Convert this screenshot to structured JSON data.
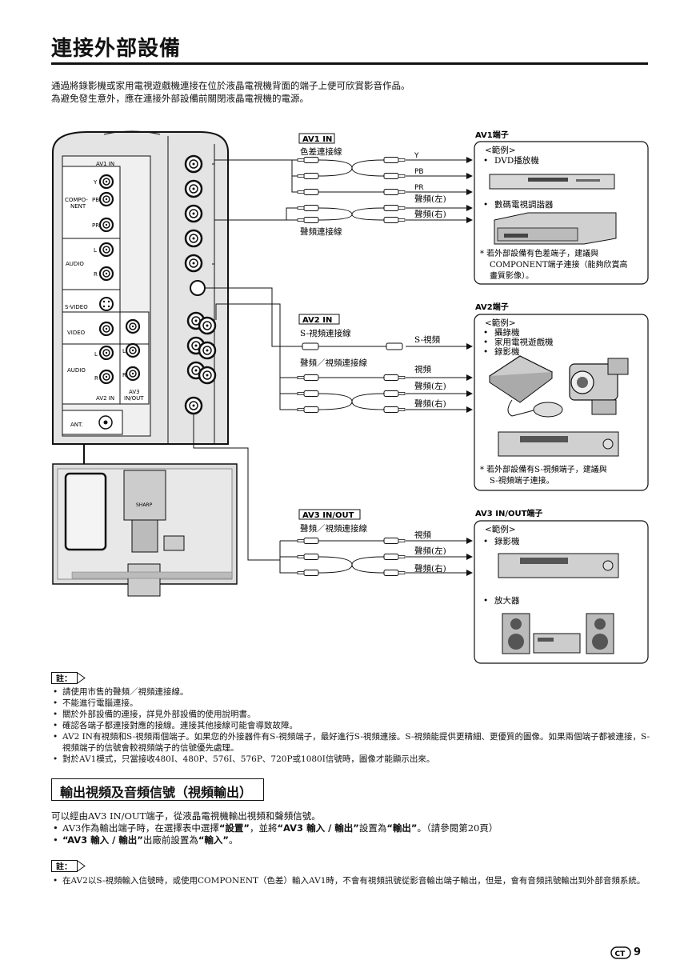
{
  "page_title": "連接外部設備",
  "intro": [
    "通過將錄影機或家用電視遊戲機連接在位於液晶電視機背面的端子上便可欣賞影音作品。",
    "為避免發生意外，應在連接外部設備前關閉液晶電視機的電源。"
  ],
  "tv_panel": {
    "av1_in": "AV1 IN",
    "component": "COMPO-\nNENT",
    "component_l1": "COMPO-",
    "component_l2": "NENT",
    "y": "Y",
    "pb": "PB",
    "pr": "PR",
    "audio": "AUDIO",
    "l": "L",
    "r": "R",
    "s_video": "S-VIDEO",
    "video": "VIDEO",
    "av2_in": "AV2 IN",
    "av3_l1": "AV3",
    "av3_l2": "IN/OUT",
    "ant": "ANT.",
    "brand": "SHARP"
  },
  "av1": {
    "header": "AV1 IN",
    "cable1": "色差連接線",
    "cable2": "聲頻連接線",
    "sig_y": "Y",
    "sig_pb": "PB",
    "sig_pr": "PR",
    "sig_l": "聲頻(左)",
    "sig_r": "聲頻(右)",
    "box_title": "AV1端子",
    "example": "<範例>",
    "dev1": "DVD播放機",
    "dev2": "數碼電視調諧器",
    "note_l1": "*  若外部設備有色差端子，建議與",
    "note_l2": "COMPONENT端子連接（能夠欣賞高",
    "note_l3": "畫質影像）。"
  },
  "av2": {
    "header": "AV2 IN",
    "cable1": "S-視頻連接線",
    "sig_s": "S-視頻",
    "cable2": "聲頻／視頻連接線",
    "sig_v": "視頻",
    "sig_l": "聲頻(左)",
    "sig_r": "聲頻(右)",
    "box_title": "AV2端子",
    "example": "<範例>",
    "dev1": "攝錄機",
    "dev2": "家用電視遊戲機",
    "dev3": "錄影機",
    "note_l1": "*  若外部設備有S-視頻端子，建議與",
    "note_l2": "S-視頻端子連接。"
  },
  "av3": {
    "header": "AV3 IN/OUT",
    "cable": "聲頻／視頻連接線",
    "sig_v": "視頻",
    "sig_l": "聲頻(左)",
    "sig_r": "聲頻(右)",
    "box_title": "AV3 IN/OUT端子",
    "example": "<範例>",
    "dev1": "錄影機",
    "dev2": "放大器"
  },
  "note_label": "註：",
  "notes1": [
    "請使用市售的聲頻／視頻連接線。",
    "不能進行電腦連接。",
    "關於外部設備的連接，詳見外部設備的使用說明書。",
    "確認各端子都連接對應的接線。連接其他接線可能會導致故障。",
    "AV2 IN有視頻和S-視頻兩個端子。如果您的外接器件有S-視頻端子，最好進行S-視頻連接。S-視頻能提供更精細、更優質的圖像。如果兩個端子都被連接，S-視頻端子的信號會較視頻端子的信號優先處理。",
    "對於AV1模式，只當接收480I、480P、576I、576P、720P或1080I信號時，圖像才能顯示出來。"
  ],
  "section2": {
    "title": "輸出視頻及音頻信號（視頻輸出）",
    "line1": "可以經由AV3 IN/OUT端子，從液晶電視機輸出視頻和聲頻信號。",
    "b1_a": "AV3作為輸出端子時，在選擇表中選擇",
    "b1_b": "“設置”",
    "b1_c": "，並將",
    "b1_d": "“AV3 輸入 / 輸出”",
    "b1_e": "設置為",
    "b1_f": "“輸出”",
    "b1_g": "。（請參閱第20頁）",
    "b2_a": "“AV3 輸入 / 輸出”",
    "b2_b": "出廠前設置為",
    "b2_c": "“輸入”",
    "b2_d": "。",
    "note_label": "註：",
    "note": "在AV2以S-視頻輸入信號時，或使用COMPONENT（色差）輸入AV1時，不會有視頻訊號從影音輸出端子輸出，但是，會有音頻訊號輸出到外部音頻系統。"
  },
  "footer": {
    "lang": "CT",
    "page": "9"
  }
}
